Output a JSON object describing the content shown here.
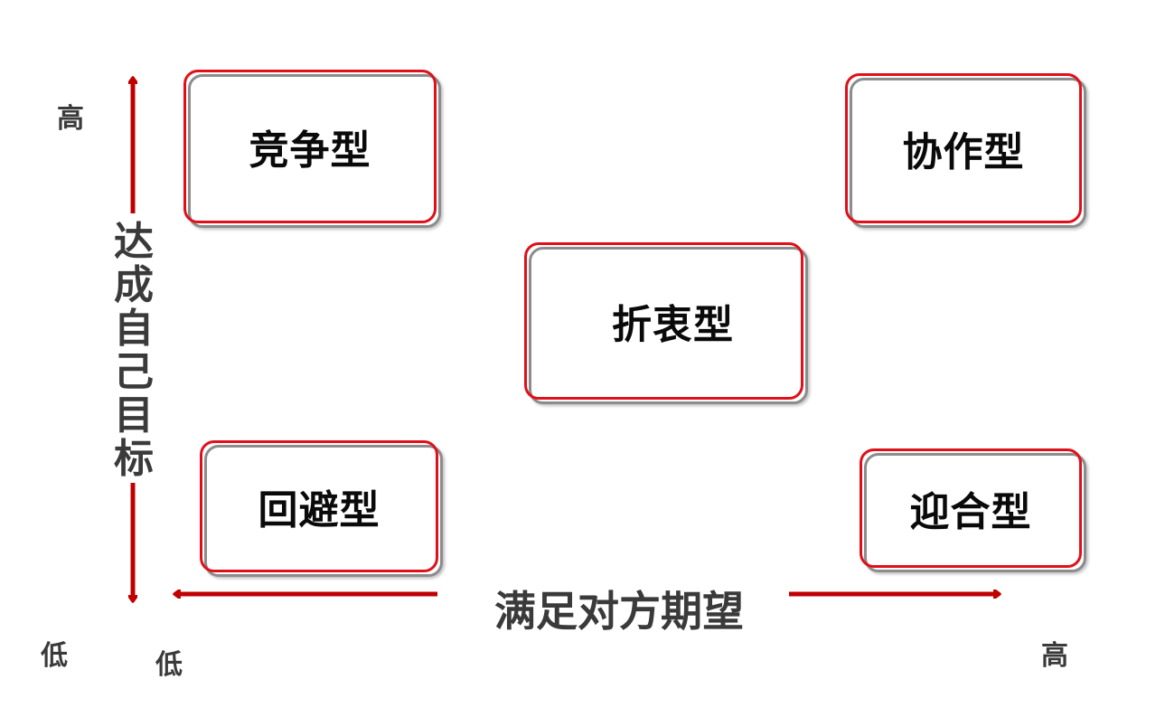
{
  "diagram": {
    "boxes": {
      "competing": "竞争型",
      "collaborating": "协作型",
      "compromising": "折衷型",
      "avoiding": "回避型",
      "accommodating": "迎合型"
    },
    "y_axis": {
      "title_chars": [
        "达",
        "成",
        "自",
        "己",
        "目",
        "标"
      ],
      "high": "高",
      "low": "低"
    },
    "x_axis": {
      "title": "满足对方期望",
      "low": "低",
      "high": "高"
    },
    "colors": {
      "arrow": "#c00000",
      "box_border": "#e0101a",
      "box_shadow": "#8c8c8c",
      "axis_text": "#3a3a3a"
    }
  }
}
